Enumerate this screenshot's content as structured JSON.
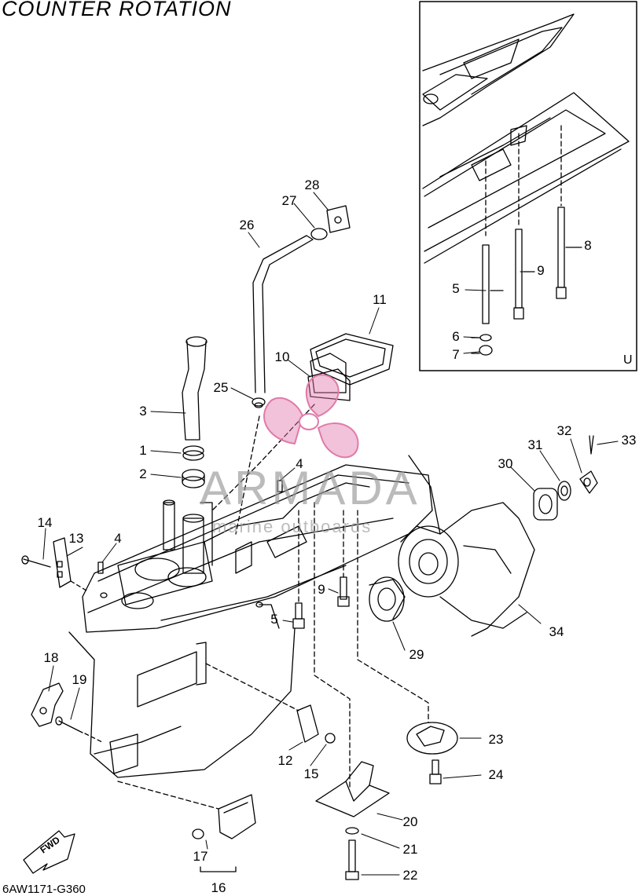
{
  "title": "COUNTER ROTATION",
  "diagram_code": "6AW1171-G360",
  "inset_tag": "U",
  "fwd_label": "FWD",
  "watermark": {
    "brand": "ARMADA",
    "sub": "marine outboards"
  },
  "callouts": [
    {
      "key": "c1",
      "number": "1"
    },
    {
      "key": "c2",
      "number": "2"
    },
    {
      "key": "c3",
      "number": "3"
    },
    {
      "key": "c4a",
      "number": "4"
    },
    {
      "key": "c4b",
      "number": "4"
    },
    {
      "key": "c5",
      "number": "5"
    },
    {
      "key": "c5i",
      "number": "5"
    },
    {
      "key": "c6",
      "number": "6"
    },
    {
      "key": "c7",
      "number": "7"
    },
    {
      "key": "c8",
      "number": "8"
    },
    {
      "key": "c9",
      "number": "9"
    },
    {
      "key": "c9i",
      "number": "9"
    },
    {
      "key": "c10",
      "number": "10"
    },
    {
      "key": "c11",
      "number": "11"
    },
    {
      "key": "c12",
      "number": "12"
    },
    {
      "key": "c13",
      "number": "13"
    },
    {
      "key": "c14",
      "number": "14"
    },
    {
      "key": "c15",
      "number": "15"
    },
    {
      "key": "c16",
      "number": "16"
    },
    {
      "key": "c17",
      "number": "17"
    },
    {
      "key": "c18",
      "number": "18"
    },
    {
      "key": "c19",
      "number": "19"
    },
    {
      "key": "c20",
      "number": "20"
    },
    {
      "key": "c21",
      "number": "21"
    },
    {
      "key": "c22",
      "number": "22"
    },
    {
      "key": "c23",
      "number": "23"
    },
    {
      "key": "c24",
      "number": "24"
    },
    {
      "key": "c25",
      "number": "25"
    },
    {
      "key": "c26",
      "number": "26"
    },
    {
      "key": "c27",
      "number": "27"
    },
    {
      "key": "c28",
      "number": "28"
    },
    {
      "key": "c29",
      "number": "29"
    },
    {
      "key": "c30",
      "number": "30"
    },
    {
      "key": "c31",
      "number": "31"
    },
    {
      "key": "c32",
      "number": "32"
    },
    {
      "key": "c33",
      "number": "33"
    },
    {
      "key": "c34",
      "number": "34"
    }
  ]
}
